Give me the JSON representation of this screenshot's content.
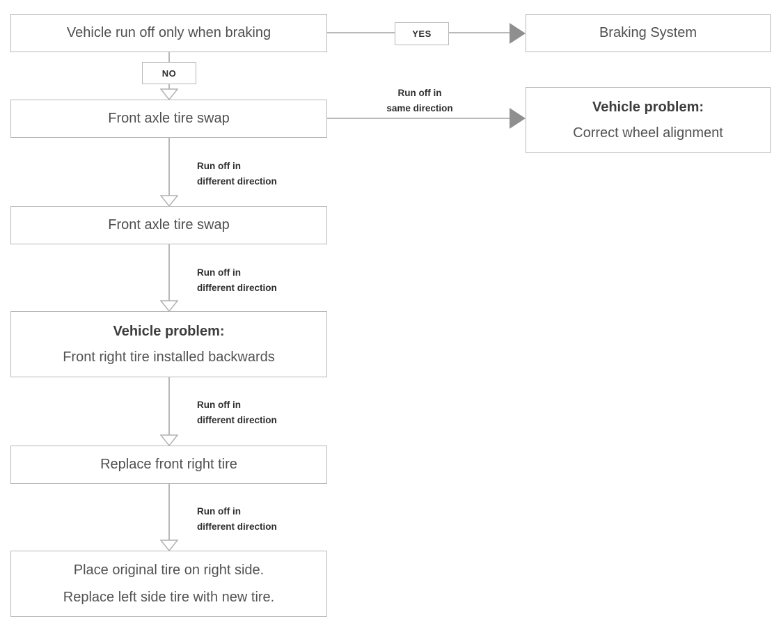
{
  "colors": {
    "box_border": "#b7b7b7",
    "connector_line": "#b9b9b9",
    "arrowhead_fill": "#8f8f8f",
    "box_text": "#4f4f4f",
    "label_text": "#2e2e2e",
    "background": "#ffffff"
  },
  "boxes": {
    "start": {
      "label": "Vehicle run off only when braking"
    },
    "braking_system": {
      "label": "Braking System"
    },
    "front_axle_swap_1": {
      "label": "Front axle tire swap"
    },
    "wheel_alignment": {
      "title": "Vehicle problem:",
      "body": "Correct wheel alignment"
    },
    "front_axle_swap_2": {
      "label": "Front axle tire swap"
    },
    "tire_backwards": {
      "title": "Vehicle problem:",
      "body": "Front right tire installed backwards"
    },
    "replace_tire": {
      "label": "Replace front right tire"
    },
    "final_step": {
      "line1": "Place original tire on right side.",
      "line2": "Replace left side tire with new tire."
    }
  },
  "connectors": {
    "yes": "YES",
    "no": "NO",
    "same_line1": "Run off in",
    "same_line2": "same direction",
    "diff_line1": "Run off in",
    "diff_line2": "different direction"
  }
}
